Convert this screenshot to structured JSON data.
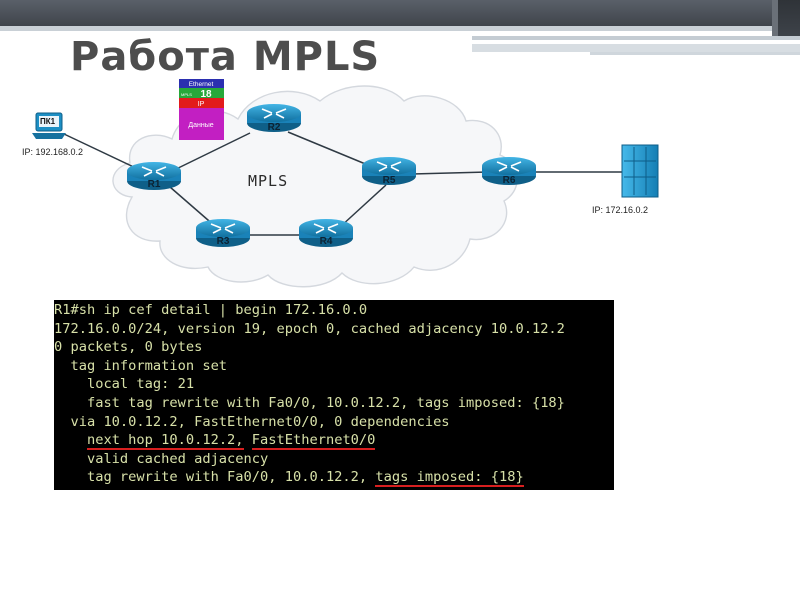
{
  "slide": {
    "title": "Работа MPLS"
  },
  "diagram": {
    "cloud_label": "MPLS",
    "pc": {
      "label": "ПК1",
      "ip": "IP: 192.168.0.2"
    },
    "server": {
      "ip": "IP: 172.16.0.2"
    },
    "routers": [
      "R1",
      "R2",
      "R3",
      "R4",
      "R5",
      "R6"
    ],
    "packet": {
      "ethernet": "Ethernet",
      "mpls_small": "MPLS",
      "mpls_label": "18",
      "ip": "IP",
      "data": "Данные"
    },
    "colors": {
      "router_fill": "#1d8fc4",
      "packet_ethernet": "#2b2fb0",
      "packet_mpls": "#27a83a",
      "packet_ip": "#e21b1b",
      "packet_data": "#c21fc2",
      "server": "#1e9fd8"
    }
  },
  "console": {
    "lines": [
      "R1#sh ip cef detail | begin 172.16.0.0",
      "172.16.0.0/24, version 19, epoch 0, cached adjacency 10.0.12.2",
      "0 packets, 0 bytes",
      "  tag information set",
      "    local tag: 21",
      "    fast tag rewrite with Fa0/0, 10.0.12.2, tags imposed: {18}",
      "  via 10.0.12.2, FastEthernet0/0, 0 dependencies"
    ],
    "nexthop_indent": "    ",
    "nexthop_a": "next hop 10.0.12.2,",
    "nexthop_b": "FastEthernet0/0",
    "valid_line": "    valid cached adjacency",
    "rewrite_prefix": "    tag rewrite with Fa0/0, 10.0.12.2, ",
    "rewrite_tags": "tags imposed: {18}",
    "text_color": "#d7e0a8",
    "underline_color": "#d81f1f"
  }
}
